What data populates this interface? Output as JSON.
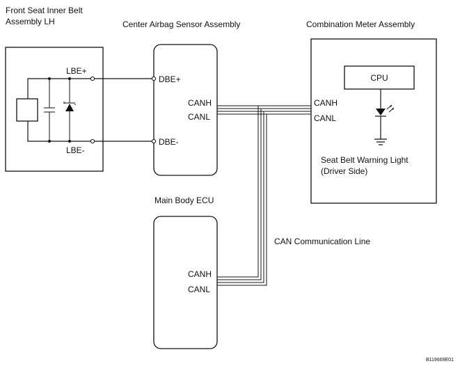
{
  "assemblies": {
    "belt": {
      "title_line1": "Front Seat Inner Belt",
      "title_line2": "Assembly LH"
    },
    "airbag": {
      "title": "Center Airbag Sensor Assembly"
    },
    "meter": {
      "title": "Combination Meter Assembly"
    },
    "ecu": {
      "title": "Main Body ECU"
    }
  },
  "pins": {
    "lbe_plus": "LBE+",
    "lbe_minus": "LBE-",
    "dbe_plus": "DBE+",
    "dbe_minus": "DBE-",
    "airbag_canh": "CANH",
    "airbag_canl": "CANL",
    "meter_canh": "CANH",
    "meter_canl": "CANL",
    "ecu_canh": "CANH",
    "ecu_canl": "CANL"
  },
  "meter": {
    "cpu": "CPU",
    "light_line1": "Seat Belt Warning Light",
    "light_line2": "(Driver Side)"
  },
  "can_line_label": "CAN Communication Line",
  "ref_code": "B119669E01"
}
